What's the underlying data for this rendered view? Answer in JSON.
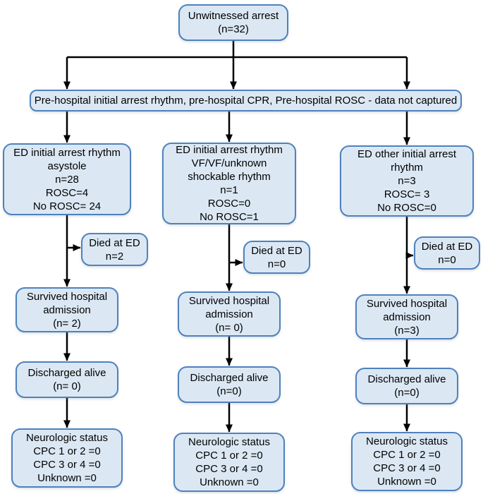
{
  "diagram": {
    "title_context": "Flow diagram of unwitnessed arrest outcomes",
    "colors": {
      "box_fill": "#dbe8f4",
      "box_border": "#4f81bd",
      "arrow": "#000000",
      "text": "#000000"
    },
    "top_box": "Unwitnessed arrest\n(n=32)",
    "prehospital_box": "Pre-hospital initial arrest rhythm, pre-hospital CPR, Pre-hospital ROSC - data not captured",
    "columns": [
      {
        "ed": "ED initial arrest rhythm\nasystole\nn=28\nROSC=4\nNo ROSC= 24",
        "died": "Died at ED\nn=2",
        "survived": "Survived hospital\nadmission\n(n= 2)",
        "discharged": "Discharged alive\n(n= 0)",
        "neuro": "Neurologic status\nCPC 1 or 2 =0\nCPC 3 or 4 =0\nUnknown =0"
      },
      {
        "ed": "ED initial arrest rhythm\nVF/VF/unknown\nshockable rhythm\nn=1\nROSC=0\nNo ROSC=1",
        "died": "Died at ED\nn=0",
        "survived": "Survived hospital\nadmission\n(n= 0)",
        "discharged": "Discharged alive\n(n=0)",
        "neuro": "Neurologic status\nCPC 1 or 2 =0\nCPC 3 or 4 =0\nUnknown =0"
      },
      {
        "ed": "ED other initial arrest\nrhythm\nn=3\nROSC= 3\nNo ROSC=0",
        "died": "Died at ED\nn=0",
        "survived": "Survived hospital\nadmission\n(n=3)",
        "discharged": "Discharged alive\n(n=0)",
        "neuro": "Neurologic status\nCPC 1 or 2 =0\nCPC 3 or 4 =0\nUnknown =0"
      }
    ]
  }
}
